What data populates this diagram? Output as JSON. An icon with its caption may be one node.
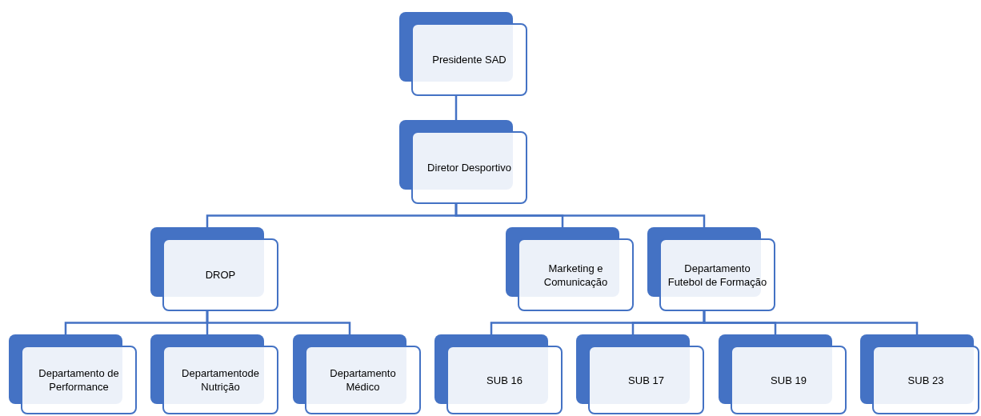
{
  "diagram": {
    "nodes": [
      {
        "text": [
          "Presidente SAD"
        ]
      },
      {
        "text": [
          "Diretor Desportivo"
        ]
      },
      {
        "text": [
          "DROP"
        ]
      },
      {
        "text": [
          "Marketing e Comunicação"
        ]
      },
      {
        "text": [
          "Departamento Futebol de Formação"
        ]
      },
      {
        "text": [
          "Departamento de Performance"
        ]
      },
      {
        "text": [
          "Departamentode Nutrição"
        ]
      },
      {
        "text": [
          "Departamento Médico"
        ]
      },
      {
        "text": [
          "SUB 16"
        ]
      },
      {
        "text": [
          "SUB 17"
        ]
      },
      {
        "text": [
          "SUB 19"
        ]
      },
      {
        "text": [
          "SUB 23"
        ]
      }
    ],
    "edges": [
      {
        "from": 0,
        "to": 1,
        "arrow": "none"
      },
      {
        "from": 1,
        "to": 2,
        "arrow": "none"
      },
      {
        "from": 1,
        "to": 3,
        "arrow": "none"
      },
      {
        "from": 1,
        "to": 4,
        "arrow": "none"
      },
      {
        "from": 2,
        "to": 5,
        "arrow": "none"
      },
      {
        "from": 2,
        "to": 6,
        "arrow": "none"
      },
      {
        "from": 2,
        "to": 7,
        "arrow": "none"
      },
      {
        "from": 4,
        "to": 8,
        "arrow": "none"
      },
      {
        "from": 4,
        "to": 9,
        "arrow": "none"
      },
      {
        "from": 4,
        "to": 10,
        "arrow": "none"
      },
      {
        "from": 4,
        "to": 11,
        "arrow": "none"
      }
    ]
  }
}
